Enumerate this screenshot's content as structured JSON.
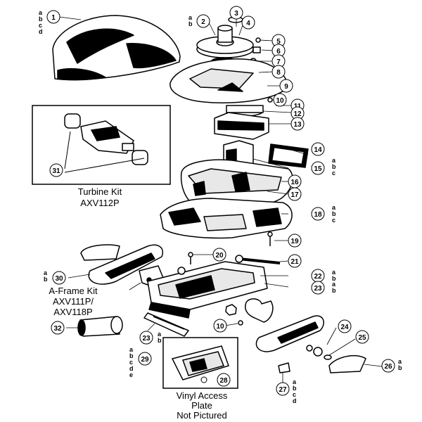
{
  "callouts": {
    "c1": "1",
    "c2": "2",
    "c3": "3",
    "c4": "4",
    "c5": "5",
    "c6": "6",
    "c7": "7",
    "c8": "8",
    "c9": "9",
    "c10a": "10",
    "c10b": "10",
    "c11": "11",
    "c12": "12",
    "c13": "13",
    "c14": "14",
    "c15": "15",
    "c16": "16",
    "c17": "17",
    "c18": "18",
    "c19": "19",
    "c20": "20",
    "c21": "21",
    "c22": "22",
    "c23a": "23",
    "c23b": "23",
    "c24": "24",
    "c25": "25",
    "c26": "26",
    "c27": "27",
    "c28": "28",
    "c29": "29",
    "c30": "30",
    "c31": "31",
    "c32": "32"
  },
  "suffixes": {
    "s1": [
      "a",
      "b",
      "c",
      "d"
    ],
    "s2": [
      "a",
      "b"
    ],
    "s15": [
      "a",
      "b",
      "c"
    ],
    "s18": [
      "a",
      "b",
      "c"
    ],
    "s22": [
      "a",
      "b"
    ],
    "s23": [
      "a",
      "b"
    ],
    "s23b": [
      "a",
      "b"
    ],
    "s26": [
      "a",
      "b"
    ],
    "s27": [
      "a",
      "b",
      "c",
      "d"
    ],
    "s29": [
      "a",
      "b",
      "c",
      "d",
      "e"
    ],
    "s30": [
      "a",
      "b"
    ]
  },
  "captions": {
    "turbine_line1": "Turbine Kit",
    "turbine_line2": "AXV112P",
    "aframe_line1": "A-Frame Kit",
    "aframe_line2": "AXV111P/",
    "aframe_line3": "AXV118P",
    "vinyl_line1": "Vinyl Access",
    "vinyl_line2": "Plate",
    "vinyl_line3": "Not Pictured"
  },
  "colors": {
    "ink": "#000000",
    "paper": "#ffffff",
    "shade": "#e8e8e8"
  }
}
